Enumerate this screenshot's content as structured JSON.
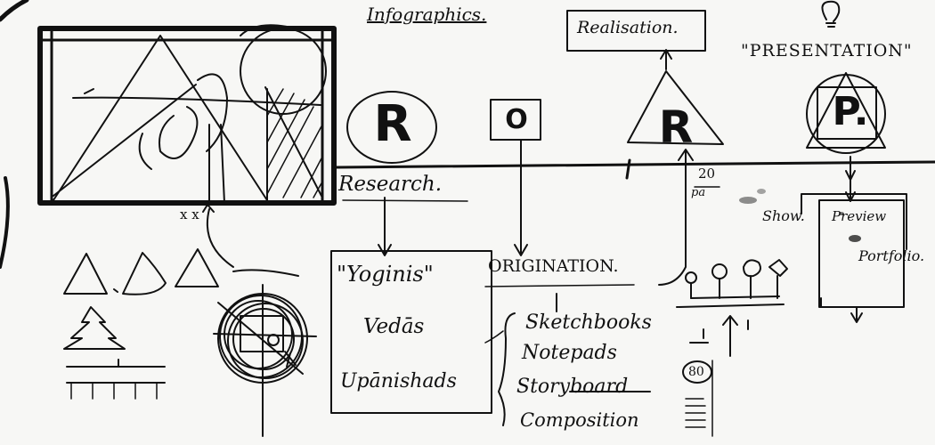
{
  "header": {
    "infographics": "Infographics.",
    "realisation": "Realisation.",
    "presentation": "\"PRESENTATION\""
  },
  "letters": {
    "r1": "R",
    "o": "O",
    "r2": "R",
    "p": "P."
  },
  "research": {
    "label": "Research.",
    "items": [
      "\"Yoginis\"",
      "Vedās",
      "Upānishads"
    ]
  },
  "origination": {
    "label": "ORIGINATION.",
    "items": [
      "Sketchbooks",
      "Notepads",
      "Storyboard",
      "Composition"
    ]
  },
  "marks": {
    "xx": "x  x",
    "pages": "20",
    "pages_unit": "pa",
    "eighty": "80"
  },
  "presentation_items": {
    "show": "Show.",
    "preview": "Preview",
    "portfolio": "Portfolio."
  }
}
